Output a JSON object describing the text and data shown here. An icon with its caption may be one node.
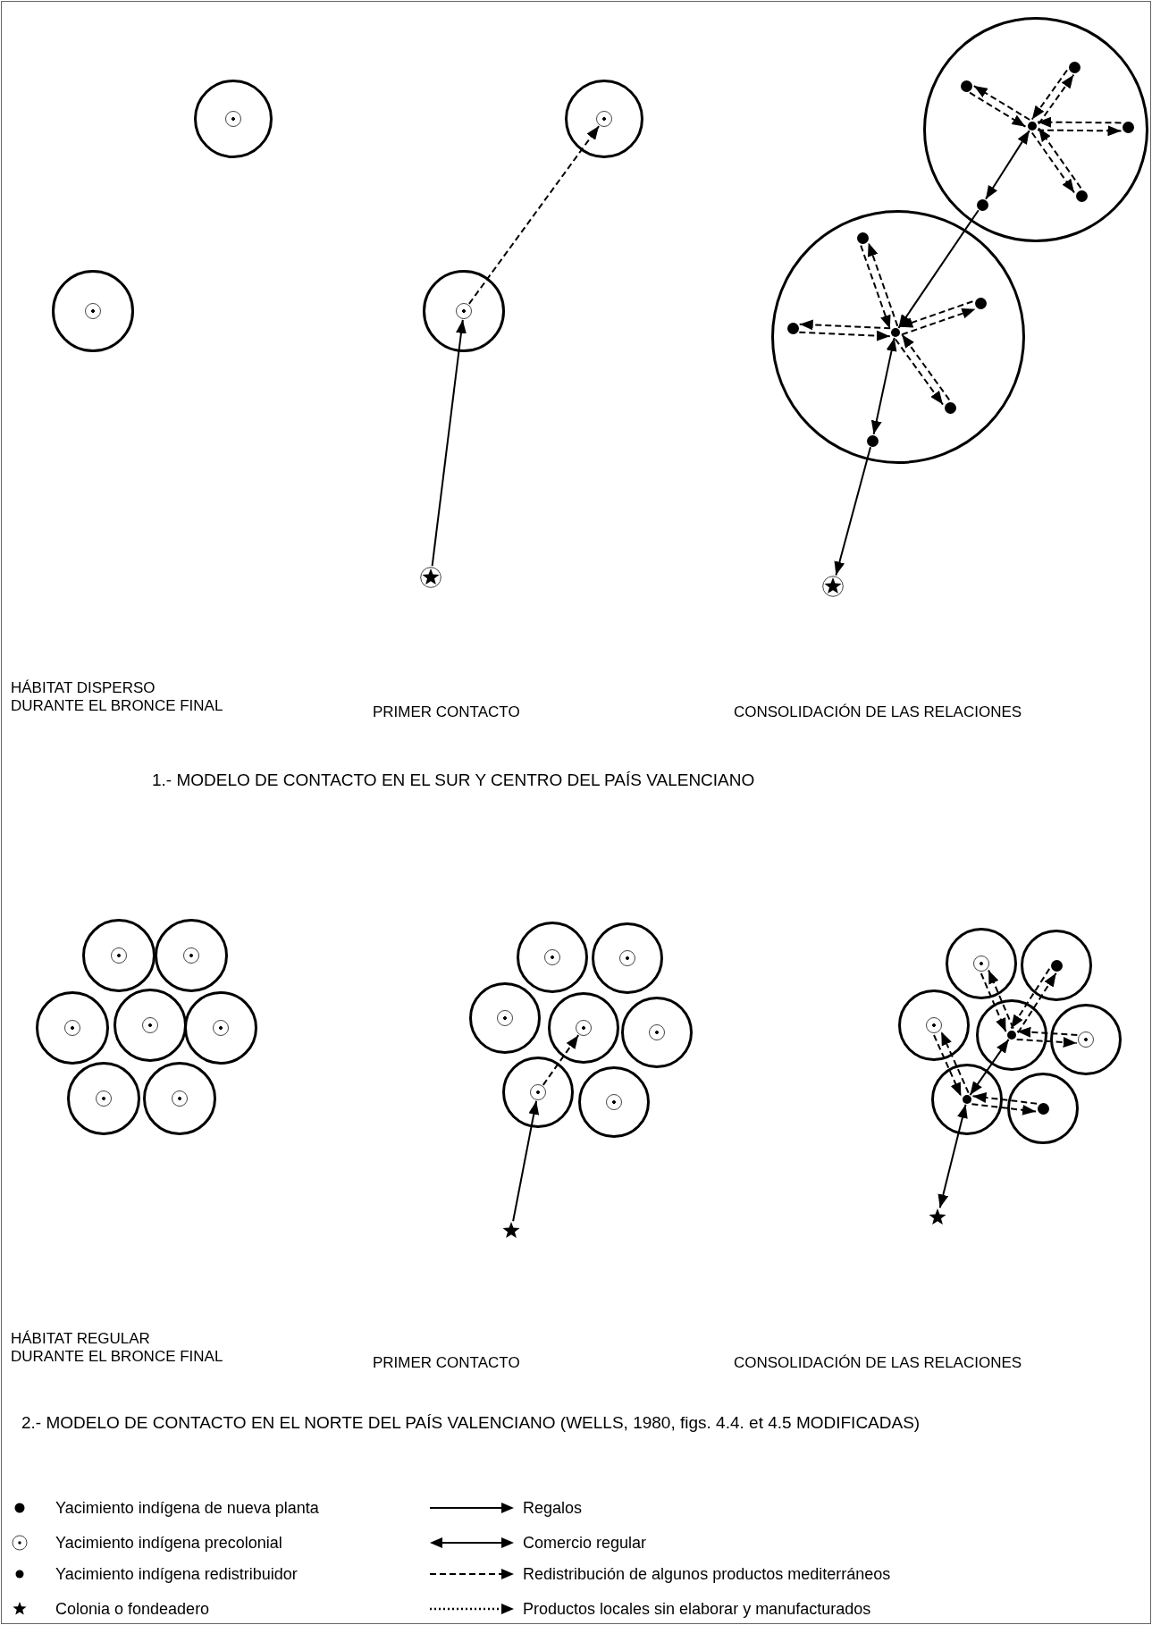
{
  "diagram": {
    "nodes": [
      {
        "text": [],
        "shape": "circle"
      },
      {
        "text": [],
        "shape": "circle",
        "in": 0
      },
      {
        "text": [],
        "shape": "circle"
      },
      {
        "text": [],
        "shape": "circle",
        "in": 2
      },
      {
        "text": [],
        "shape": "circle"
      },
      {
        "text": [],
        "shape": "circle",
        "in": 4
      },
      {
        "text": [],
        "shape": "circle"
      },
      {
        "text": [],
        "shape": "circle",
        "in": 6
      },
      {
        "text": [],
        "shape": "star"
      },
      {
        "text": [],
        "shape": "circle"
      },
      {
        "text": [],
        "shape": "circle",
        "in": 9
      },
      {
        "text": [],
        "shape": "circle",
        "in": 9
      },
      {
        "text": [],
        "shape": "circle",
        "in": 9
      },
      {
        "text": [],
        "shape": "circle",
        "in": 9
      },
      {
        "text": [],
        "shape": "circle",
        "in": 9
      },
      {
        "text": [],
        "shape": "circle",
        "in": 9
      },
      {
        "text": [],
        "shape": "circle"
      },
      {
        "text": [],
        "shape": "circle",
        "in": 16
      },
      {
        "text": [],
        "shape": "circle",
        "in": 16
      },
      {
        "text": [],
        "shape": "circle",
        "in": 16
      },
      {
        "text": [],
        "shape": "circle",
        "in": 16
      },
      {
        "text": [],
        "shape": "circle",
        "in": 16
      },
      {
        "text": [],
        "shape": "circle",
        "in": 16
      },
      {
        "text": [],
        "shape": "star"
      },
      {
        "text": [],
        "shape": "circle"
      },
      {
        "text": [],
        "shape": "circle",
        "in": 24
      },
      {
        "text": [],
        "shape": "circle"
      },
      {
        "text": [],
        "shape": "circle",
        "in": 26
      },
      {
        "text": [],
        "shape": "circle"
      },
      {
        "text": [],
        "shape": "circle",
        "in": 28
      },
      {
        "text": [],
        "shape": "circle"
      },
      {
        "text": [],
        "shape": "circle",
        "in": 30
      },
      {
        "text": [],
        "shape": "circle"
      },
      {
        "text": [],
        "shape": "circle",
        "in": 32
      },
      {
        "text": [],
        "shape": "circle"
      },
      {
        "text": [],
        "shape": "circle",
        "in": 34
      },
      {
        "text": [],
        "shape": "circle"
      },
      {
        "text": [],
        "shape": "circle",
        "in": 36
      },
      {
        "text": [],
        "shape": "circle"
      },
      {
        "text": [],
        "shape": "circle",
        "in": 38
      },
      {
        "text": [],
        "shape": "circle"
      },
      {
        "text": [],
        "shape": "circle",
        "in": 40
      },
      {
        "text": [],
        "shape": "circle"
      },
      {
        "text": [],
        "shape": "circle",
        "in": 42
      },
      {
        "text": [],
        "shape": "circle"
      },
      {
        "text": [],
        "shape": "circle",
        "in": 44
      },
      {
        "text": [],
        "shape": "circle"
      },
      {
        "text": [],
        "shape": "circle",
        "in": 46
      },
      {
        "text": [],
        "shape": "circle"
      },
      {
        "text": [],
        "shape": "circle",
        "in": 48
      },
      {
        "text": [],
        "shape": "circle"
      },
      {
        "text": [],
        "shape": "circle",
        "in": 50
      },
      {
        "text": [],
        "shape": "star"
      },
      {
        "text": [],
        "shape": "circle"
      },
      {
        "text": [],
        "shape": "circle",
        "in": 53
      },
      {
        "text": [],
        "shape": "circle"
      },
      {
        "text": [],
        "shape": "circle",
        "in": 55
      },
      {
        "text": [],
        "shape": "circle"
      },
      {
        "text": [],
        "shape": "circle",
        "in": 57
      },
      {
        "text": [],
        "shape": "circle"
      },
      {
        "text": [],
        "shape": "circle",
        "in": 59
      },
      {
        "text": [],
        "shape": "circle"
      },
      {
        "text": [],
        "shape": "circle",
        "in": 61
      },
      {
        "text": [],
        "shape": "circle"
      },
      {
        "text": [],
        "shape": "circle",
        "in": 63
      },
      {
        "text": [],
        "shape": "circle"
      },
      {
        "text": [],
        "shape": "circle",
        "in": 65
      },
      {
        "text": [],
        "shape": "star"
      }
    ],
    "edges": [
      {
        "from": 8,
        "to": 7,
        "arrow": "to"
      },
      {
        "from": 7,
        "to": 5,
        "arrow": "to",
        "style": "dashed"
      },
      {
        "from": 10,
        "to": 15,
        "arrow": "both"
      },
      {
        "from": 15,
        "to": 17,
        "arrow": "to"
      },
      {
        "from": 10,
        "to": 11,
        "arrow": "to",
        "style": "dashed"
      },
      {
        "from": 11,
        "to": 10,
        "arrow": "to",
        "style": "dashed"
      },
      {
        "from": 10,
        "to": 12,
        "arrow": "to",
        "style": "dashed"
      },
      {
        "from": 12,
        "to": 10,
        "arrow": "to",
        "style": "dashed"
      },
      {
        "from": 10,
        "to": 13,
        "arrow": "to",
        "style": "dashed"
      },
      {
        "from": 13,
        "to": 10,
        "arrow": "to",
        "style": "dashed"
      },
      {
        "from": 10,
        "to": 14,
        "arrow": "to",
        "style": "dashed"
      },
      {
        "from": 14,
        "to": 10,
        "arrow": "to",
        "style": "dashed"
      },
      {
        "from": 17,
        "to": 22,
        "arrow": "both"
      },
      {
        "from": 22,
        "to": 23,
        "arrow": "to"
      },
      {
        "from": 17,
        "to": 18,
        "arrow": "to",
        "style": "dashed"
      },
      {
        "from": 18,
        "to": 17,
        "arrow": "to",
        "style": "dashed"
      },
      {
        "from": 17,
        "to": 19,
        "arrow": "to",
        "style": "dashed"
      },
      {
        "from": 19,
        "to": 17,
        "arrow": "to",
        "style": "dashed"
      },
      {
        "from": 17,
        "to": 20,
        "arrow": "to",
        "style": "dashed"
      },
      {
        "from": 20,
        "to": 17,
        "arrow": "to",
        "style": "dashed"
      },
      {
        "from": 17,
        "to": 21,
        "arrow": "to",
        "style": "dashed"
      },
      {
        "from": 21,
        "to": 17,
        "arrow": "to",
        "style": "dashed"
      },
      {
        "from": 52,
        "to": 49,
        "arrow": "to"
      },
      {
        "from": 49,
        "to": 45,
        "arrow": "to",
        "style": "dashed"
      },
      {
        "from": 67,
        "to": 64,
        "arrow": "both"
      },
      {
        "from": 64,
        "to": 60,
        "arrow": "both"
      },
      {
        "from": 60,
        "to": 54,
        "arrow": "to",
        "style": "dashed"
      },
      {
        "from": 54,
        "to": 60,
        "arrow": "to",
        "style": "dashed"
      },
      {
        "from": 60,
        "to": 56,
        "arrow": "to",
        "style": "dashed"
      },
      {
        "from": 56,
        "to": 60,
        "arrow": "to",
        "style": "dashed"
      },
      {
        "from": 60,
        "to": 62,
        "arrow": "to",
        "style": "dashed"
      },
      {
        "from": 62,
        "to": 60,
        "arrow": "to",
        "style": "dashed"
      },
      {
        "from": 64,
        "to": 58,
        "arrow": "to",
        "style": "dashed"
      },
      {
        "from": 58,
        "to": 64,
        "arrow": "to",
        "style": "dashed"
      },
      {
        "from": 64,
        "to": 66,
        "arrow": "to",
        "style": "dashed"
      },
      {
        "from": 66,
        "to": 64,
        "arrow": "to",
        "style": "dashed"
      }
    ],
    "labels": [
      "HÁBITAT DISPERSO DURANTE EL BRONCE FINAL",
      "PRIMER CONTACTO",
      "CONSOLIDACIÓN DE LAS RELACIONES",
      "1.- MODELO DE CONTACTO EN EL SUR Y CENTRO DEL PAÍS VALENCIANO",
      "HÁBITAT REGULAR DURANTE EL BRONCE FINAL",
      "PRIMER CONTACTO",
      "CONSOLIDACIÓN DE LAS RELACIONES",
      "2.- MODELO DE CONTACTO EN EL NORTE DEL PAÍS VALENCIANO (WELLS, 1980, figs. 4.4. et 4.5 MODIFICADAS)"
    ],
    "legend": [
      {
        "text": "Yacimiento indígena de nueva planta"
      },
      {
        "text": "Regalos"
      },
      {
        "text": "Yacimiento indígena precolonial"
      },
      {
        "text": "Comercio regular"
      },
      {
        "text": "Yacimiento indígena redistribuidor"
      },
      {
        "text": "Redistribución de algunos productos mediterráneos"
      },
      {
        "text": "Colonia o fondeadero"
      },
      {
        "text": "Productos locales sin elaborar y manufacturados"
      }
    ]
  }
}
